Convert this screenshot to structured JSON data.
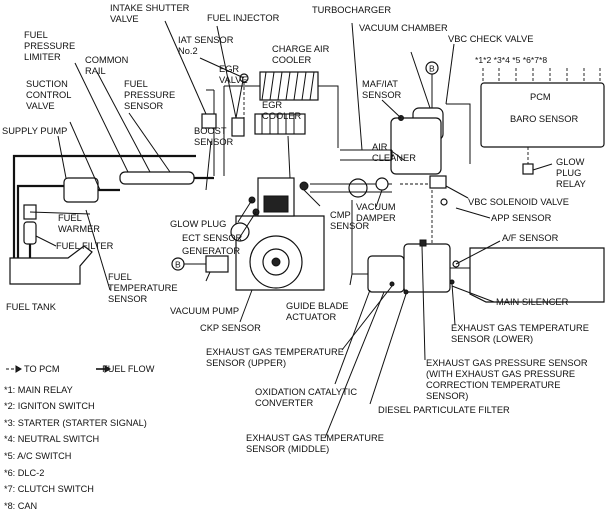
{
  "labels": {
    "intake_shutter_valve": [
      "INTAKE SHUTTER",
      "VALVE"
    ],
    "fuel_injector": "FUEL INJECTOR",
    "turbocharger": "TURBOCHARGER",
    "vacuum_chamber": "VACUUM CHAMBER",
    "vbc_check_valve": "VBC CHECK VALVE",
    "pcm_inputs": "*1*2 *3*4 *5 *6*7*8",
    "fuel_pressure_limiter": [
      "FUEL",
      "PRESSURE",
      "LIMITER"
    ],
    "common_rail": [
      "COMMON",
      "RAIL"
    ],
    "iat_sensor_2": [
      "IAT SENSOR",
      "No.2"
    ],
    "charge_air_cooler": [
      "CHARGE AIR",
      "COOLER"
    ],
    "egr_valve": [
      "EGR",
      "VALVE"
    ],
    "maf_iat_sensor": [
      "MAF/IAT",
      "SENSOR"
    ],
    "pcm": "PCM",
    "baro_sensor": "BARO SENSOR",
    "suction_control_valve": [
      "SUCTION",
      "CONTROL",
      "VALVE"
    ],
    "fuel_pressure_sensor": [
      "FUEL",
      "PRESSURE",
      "SENSOR"
    ],
    "egr_cooler": [
      "EGR",
      "COOLER"
    ],
    "supply_pump": "SUPPLY PUMP",
    "boost_sensor": [
      "BOOST",
      "SENSOR"
    ],
    "air_cleaner": [
      "AIR",
      "CLEANER"
    ],
    "glow_plug_relay": [
      "GLOW",
      "PLUG",
      "RELAY"
    ],
    "vbc_solenoid_valve": "VBC SOLENOID VALVE",
    "fuel_warmer": [
      "FUEL",
      "WARMER"
    ],
    "glow_plug": "GLOW PLUG",
    "vacuum_damper": [
      "VACUUM",
      "DAMPER"
    ],
    "app_sensor": "APP SENSOR",
    "fuel_filter": "FUEL FILTER",
    "ect_sensor": "ECT SENSOR",
    "cmp_sensor": [
      "CMP",
      "SENSOR"
    ],
    "generator": "GENERATOR",
    "af_sensor": "A/F SENSOR",
    "fuel_temperature_sensor": [
      "FUEL",
      "TEMPERATURE",
      "SENSOR"
    ],
    "vacuum_pump": "VACUUM PUMP",
    "guide_blade_actuator": [
      "GUIDE BLADE",
      "ACTUATOR"
    ],
    "main_silencer": "MAIN SILENCER",
    "fuel_tank": "FUEL TANK",
    "ckp_sensor": "CKP SENSOR",
    "egt_sensor_lower": [
      "EXHAUST GAS TEMPERATURE",
      "SENSOR (LOWER)"
    ],
    "egt_sensor_upper": [
      "EXHAUST GAS TEMPERATURE",
      "SENSOR (UPPER)"
    ],
    "exhaust_gas_pressure_sensor": [
      "EXHAUST GAS PRESSURE SENSOR",
      "(WITH EXHAUST GAS PRESSURE",
      "CORRECTION TEMPERATURE",
      "SENSOR)"
    ],
    "oxidation_catalytic_converter": [
      "OXIDATION CATALYTIC",
      "CONVERTER"
    ],
    "diesel_particulate_filter": "DIESEL PARTICULATE FILTER",
    "egt_sensor_middle": [
      "EXHAUST GAS TEMPERATURE",
      "SENSOR (MIDDLE)"
    ],
    "vacuum_ref_b": "B"
  },
  "legend": {
    "to_pcm": "TO PCM",
    "fuel_flow": "FUEL FLOW",
    "items": [
      "*1: MAIN RELAY",
      "*2: IGNITON  SWITCH",
      "*3: STARTER (STARTER SIGNAL)",
      "*4: NEUTRAL SWITCH",
      "*5: A/C SWITCH",
      "*6: DLC-2",
      "*7: CLUTCH SWITCH",
      "*8: CAN"
    ]
  }
}
